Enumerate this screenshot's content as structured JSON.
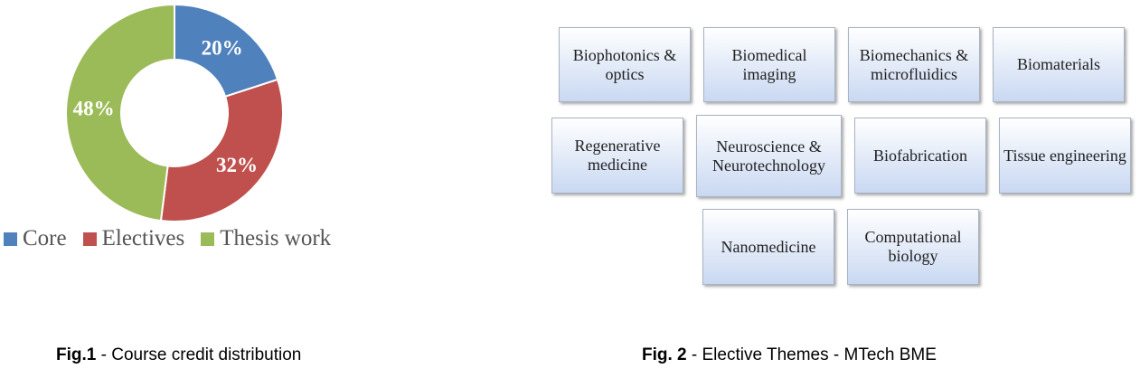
{
  "chart_data": {
    "type": "pie",
    "categories": [
      "Core",
      "Electives",
      "Thesis work"
    ],
    "values": [
      20,
      32,
      48
    ],
    "labels": [
      "20%",
      "32%",
      "48%"
    ],
    "colors": [
      "#4f81bd",
      "#c0504d",
      "#9bbb59"
    ],
    "legend_position": "bottom",
    "donut": true
  },
  "legend": {
    "items": [
      {
        "label": "Core",
        "color": "#4f81bd"
      },
      {
        "label": "Electives",
        "color": "#c0504d"
      },
      {
        "label": "Thesis work",
        "color": "#9bbb59"
      }
    ]
  },
  "themes": [
    "Biophotonics & optics",
    "Biomedical imaging",
    "Biomechanics & microfluidics",
    "Biomaterials",
    "Regenerative medicine",
    "Neuroscience & Neurotechnology",
    "Biofabrication",
    "Tissue engineering",
    "Nanomedicine",
    "Computational biology"
  ],
  "captions": {
    "fig1_label": "Fig.1",
    "fig1_text": " - Course credit distribution",
    "fig2_label": "Fig. 2",
    "fig2_text": " - Elective Themes - MTech BME"
  }
}
